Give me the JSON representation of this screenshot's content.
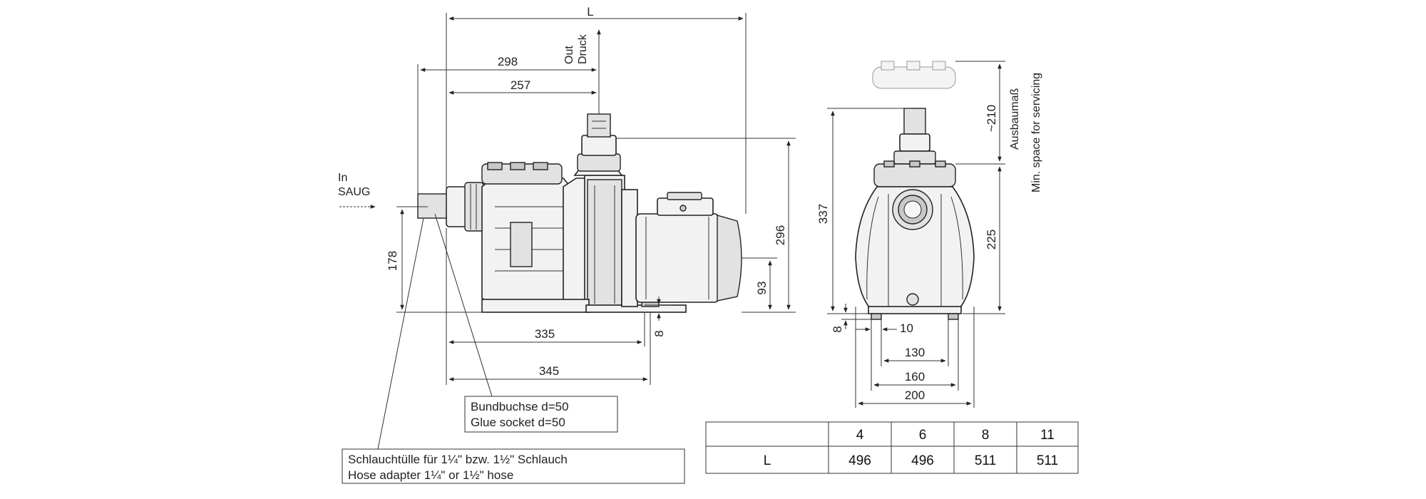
{
  "side_view": {
    "length_label": "L",
    "dim_298": "298",
    "dim_257": "257",
    "dim_296": "296",
    "dim_178": "178",
    "dim_93": "93",
    "dim_335": "335",
    "dim_345": "345",
    "dim_8": "8",
    "outlet_line1": "Out",
    "outlet_line2": "Druck",
    "inlet_line1": "In",
    "inlet_line2": "SAUG"
  },
  "front_view": {
    "dim_337": "337",
    "dim_210": "~210",
    "dim_225": "225",
    "dim_8": "8",
    "dim_10": "10",
    "dim_130": "130",
    "dim_160": "160",
    "dim_200": "200",
    "service_line1": "Ausbaumaß",
    "service_line2": "Min. space for servicing"
  },
  "callouts": {
    "glue_de": "Bundbuchse  d=50",
    "glue_en": "Glue socket  d=50",
    "hose_de": "Schlauchtülle für 1¼\"  bzw. 1½\" Schlauch",
    "hose_en": "Hose adapter 1¼\"  or 1½\" hose"
  },
  "length_table": {
    "row_label": "L",
    "headers": [
      "4",
      "6",
      "8",
      "11"
    ],
    "values": [
      "496",
      "496",
      "511",
      "511"
    ]
  }
}
